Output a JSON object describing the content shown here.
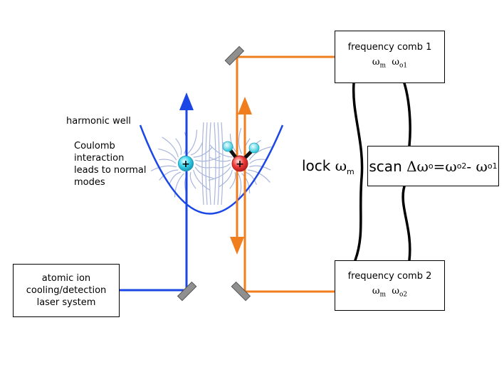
{
  "labels": {
    "harmonic_well": "harmonic well",
    "coulomb": [
      "Coulomb",
      "interaction",
      "leads to normal",
      "modes"
    ],
    "lock_text": "lock ",
    "lock_symbol": "ω",
    "lock_sub": "m"
  },
  "comb1": {
    "title": "frequency comb 1",
    "sym1": "ω",
    "sub1": "m",
    "sym2": "ω",
    "sub2": "o1"
  },
  "comb2": {
    "title": "frequency comb 2",
    "sym1": "ω",
    "sub1": "m",
    "sym2": "ω",
    "sub2": "o2"
  },
  "scan": {
    "text": "scan ",
    "delta": "Δω",
    "delta_sub": "o",
    "eq": "=ω",
    "eq_sub": "o2",
    "minus": "- ω",
    "minus_sub": "o1"
  },
  "laser": {
    "lines": [
      "atomic ion",
      "cooling/detection",
      "laser system"
    ]
  },
  "ions": {
    "atomic_sign": "+",
    "molecular_sign": "+"
  },
  "colors": {
    "blue_beam": "#1a47e6",
    "orange_beam": "#f07d1e",
    "field_lines": "#a9b6dc",
    "atomic_ion": "#39d4ee",
    "molecular_ion": "#ee3b3b",
    "molecule_atom": "#49dbe6",
    "mirror": "#8f8f8f"
  }
}
